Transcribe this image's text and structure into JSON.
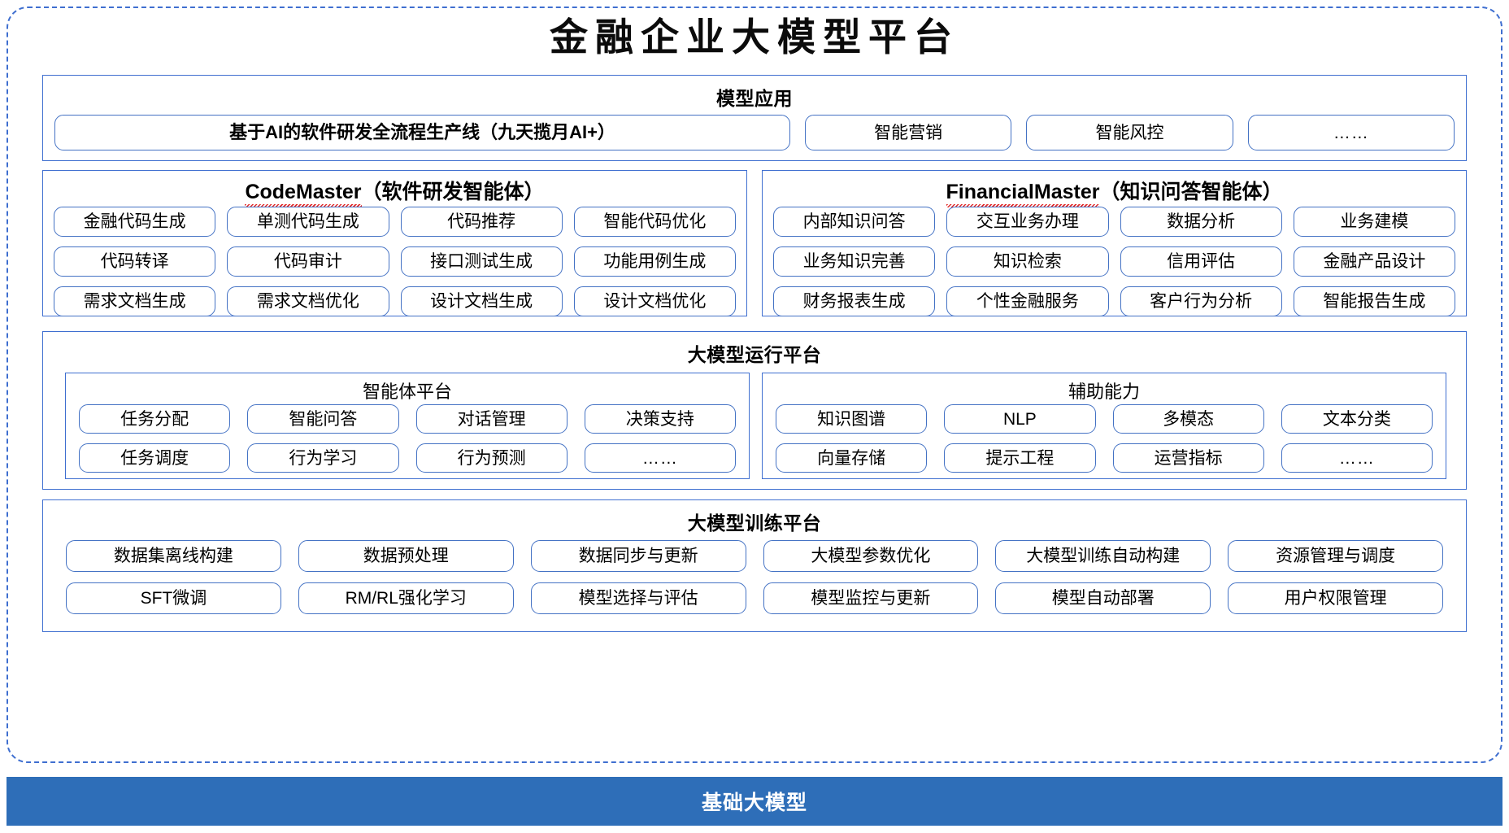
{
  "title": "金融企业大模型平台",
  "colors": {
    "frame_blue": "#3f6fd0",
    "chip_border": "#4472c4",
    "base_bar": "#2e6eb8",
    "spellcheck_red": "#e02020"
  },
  "application_section": {
    "title": "模型应用",
    "primary_item": "基于AI的软件研发全流程生产线（九天揽月AI+）",
    "items": [
      "智能营销",
      "智能风控",
      "……"
    ]
  },
  "agents": [
    {
      "name": "CodeMaster",
      "name_suffix": "（软件研发智能体）",
      "spellcheck_underline": true,
      "items": [
        "金融代码生成",
        "单测代码生成",
        "代码推荐",
        "智能代码优化",
        "代码转译",
        "代码审计",
        "接口测试生成",
        "功能用例生成",
        "需求文档生成",
        "需求文档优化",
        "设计文档生成",
        "设计文档优化"
      ]
    },
    {
      "name": "FinancialMaster",
      "name_suffix": "（知识问答智能体）",
      "spellcheck_underline": true,
      "items": [
        "内部知识问答",
        "交互业务办理",
        "数据分析",
        "业务建模",
        "业务知识完善",
        "知识检索",
        "信用评估",
        "金融产品设计",
        "财务报表生成",
        "个性金融服务",
        "客户行为分析",
        "智能报告生成"
      ]
    }
  ],
  "runtime_section": {
    "title": "大模型运行平台",
    "groups": [
      {
        "title": "智能体平台",
        "items": [
          "任务分配",
          "智能问答",
          "对话管理",
          "决策支持",
          "任务调度",
          "行为学习",
          "行为预测",
          "……"
        ]
      },
      {
        "title": "辅助能力",
        "items": [
          "知识图谱",
          "NLP",
          "多模态",
          "文本分类",
          "向量存储",
          "提示工程",
          "运营指标",
          "……"
        ]
      }
    ]
  },
  "training_section": {
    "title": "大模型训练平台",
    "items": [
      "数据集离线构建",
      "数据预处理",
      "数据同步与更新",
      "大模型参数优化",
      "大模型训练自动构建",
      "资源管理与调度",
      "SFT微调",
      "RM/RL强化学习",
      "模型选择与评估",
      "模型监控与更新",
      "模型自动部署",
      "用户权限管理"
    ]
  },
  "base_model_bar": {
    "label": "基础大模型"
  }
}
